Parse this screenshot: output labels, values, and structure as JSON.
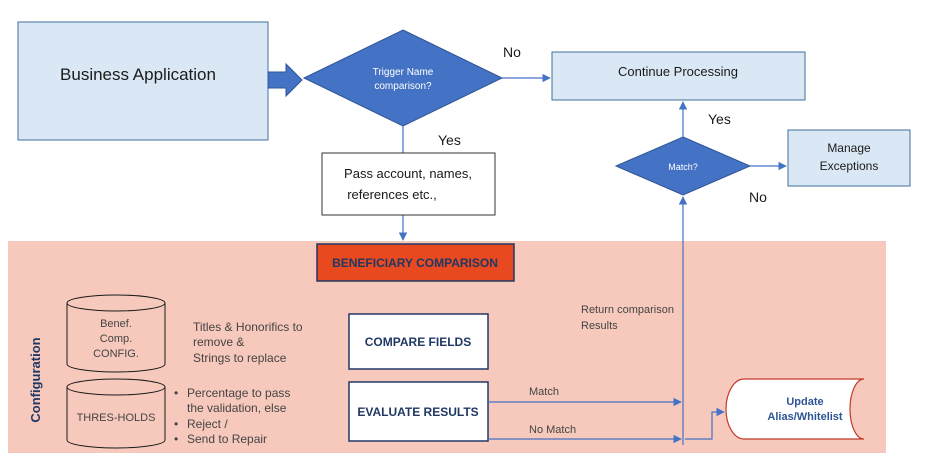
{
  "nodes": {
    "business_app": "Business Application",
    "trigger": [
      "Trigger Name",
      "comparison?"
    ],
    "continue": "Continue Processing",
    "pass_account": [
      "Pass account, names,",
      "references etc.,"
    ],
    "match_q": "Match?",
    "manage": [
      "Manage",
      "Exceptions"
    ],
    "benef_header": "BENEFICIARY COMPARISON",
    "db_config": [
      "Benef.",
      "Comp.",
      "CONFIG."
    ],
    "db_thresholds": "THRES-HOLDS",
    "titles_note": [
      "Titles & Honorifics to",
      "remove &",
      "Strings to replace"
    ],
    "threshold_notes": [
      "Percentage to pass",
      "the validation, else",
      "Reject /",
      "Send to Repair"
    ],
    "compare_fields": "COMPARE FIELDS",
    "evaluate_results": "EVALUATE RESULTS",
    "update": [
      "Update",
      "Alias/Whitelist"
    ],
    "return_results": [
      "Return comparison",
      "Results"
    ],
    "configuration": "Configuration"
  },
  "edges": {
    "no_top": "No",
    "yes_trigger": "Yes",
    "yes_match": "Yes",
    "no_match": "No",
    "match": "Match",
    "no_match_flow": "No Match"
  },
  "colors": {
    "light_blue_fill": "#dae8f6",
    "box_border": "#41719c",
    "diamond_fill": "#4472c4",
    "diamond_border": "#2f5597",
    "config_panel": "#f7c9bd",
    "header_fill": "#e8491e",
    "arrow": "#4472c4",
    "dark_box_text": "#1f3864",
    "dark_box_border": "#203864"
  }
}
